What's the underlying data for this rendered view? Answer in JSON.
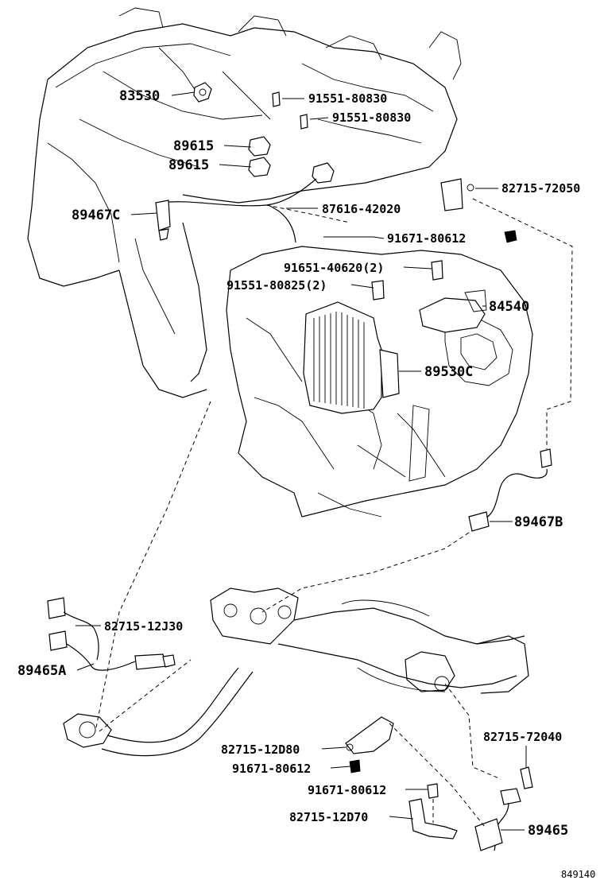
{
  "diagram": {
    "labels": {
      "p83530": "83530",
      "p91551_80830_a": "91551-80830",
      "p91551_80830_b": "91551-80830",
      "p89615_a": "89615",
      "p89615_b": "89615",
      "p82715_72050": "82715-72050",
      "p89467C": "89467C",
      "p87616_42020": "87616-42020",
      "p91671_80612_top": "91671-80612",
      "p91651_40620": "91651-40620(2)",
      "p91551_80825": "91551-80825(2)",
      "p84540": "84540",
      "p89530C": "89530C",
      "p89467B": "89467B",
      "p82715_12J30": "82715-12J30",
      "p89465A": "89465A",
      "p82715_72040": "82715-72040",
      "p82715_12D80": "82715-12D80",
      "p91671_80612_mid": "91671-80612",
      "p91671_80612_low": "91671-80612",
      "p82715_12D70": "82715-12D70",
      "p89465": "89465",
      "diagram_id": "849140"
    }
  }
}
